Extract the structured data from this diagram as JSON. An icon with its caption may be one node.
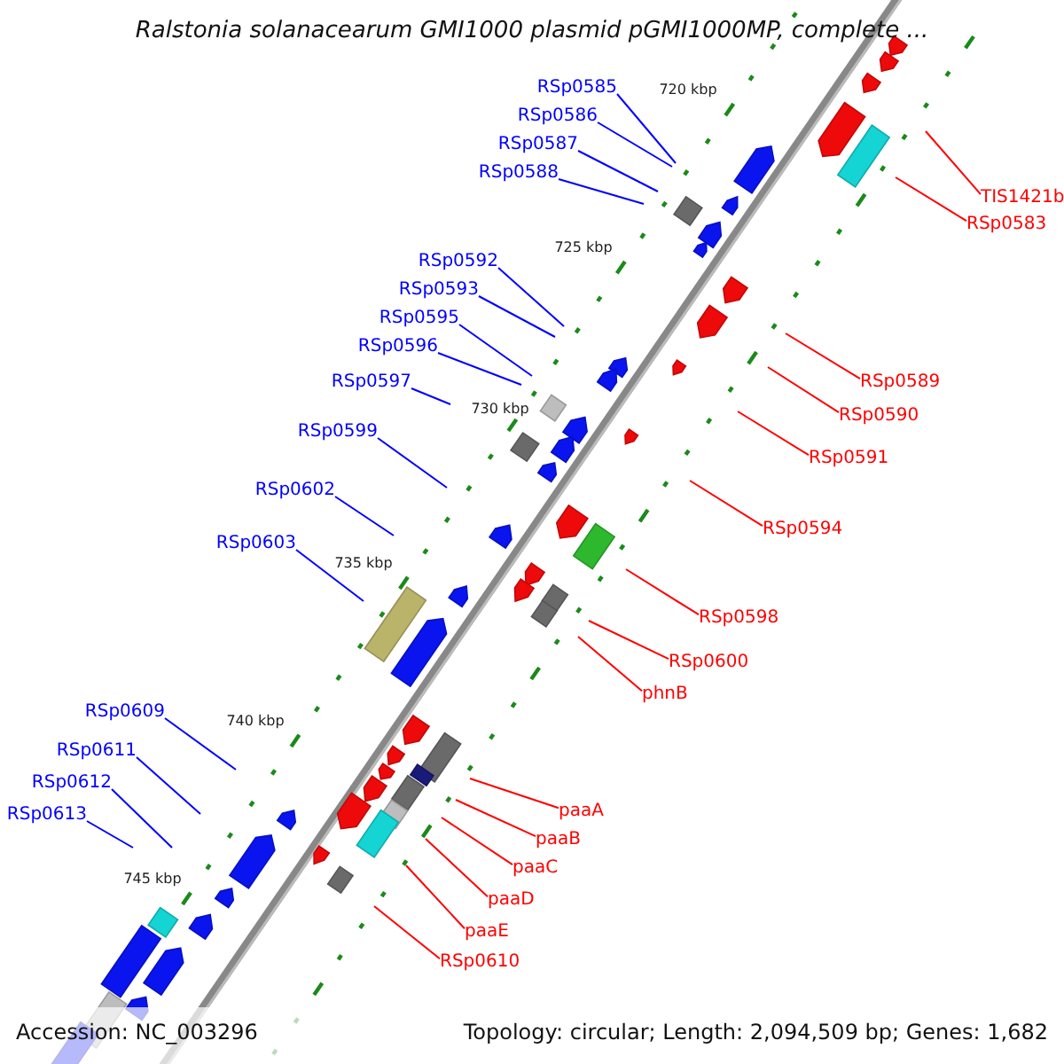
{
  "diagram": {
    "title": "Ralstonia solanacearum GMI1000 plasmid pGMI1000MP, complete ...",
    "nodes": [
      {
        "text": [
          "RSp0585"
        ]
      },
      {
        "text": [
          "RSp0586"
        ]
      },
      {
        "text": [
          "RSp0587"
        ]
      },
      {
        "text": [
          "RSp0588"
        ]
      },
      {
        "text": [
          "TIS1421b"
        ]
      },
      {
        "text": [
          "RSp0583"
        ]
      },
      {
        "text": [
          "RSp0592"
        ]
      },
      {
        "text": [
          "RSp0593"
        ]
      },
      {
        "text": [
          "RSp0595"
        ]
      },
      {
        "text": [
          "RSp0596"
        ]
      },
      {
        "text": [
          "RSp0589"
        ]
      },
      {
        "text": [
          "RSp0597"
        ]
      },
      {
        "text": [
          "RSp0590"
        ]
      },
      {
        "text": [
          "RSp0599"
        ]
      },
      {
        "text": [
          "RSp0591"
        ]
      },
      {
        "text": [
          "RSp0602"
        ]
      },
      {
        "text": [
          "RSp0594"
        ]
      },
      {
        "text": [
          "RSp0603"
        ]
      },
      {
        "text": [
          "RSp0598"
        ]
      },
      {
        "text": [
          "RSp0600"
        ]
      },
      {
        "text": [
          "phnB"
        ]
      },
      {
        "text": [
          "RSp0609"
        ]
      },
      {
        "text": [
          "RSp0611"
        ]
      },
      {
        "text": [
          "RSp0612"
        ]
      },
      {
        "text": [
          "paaA"
        ]
      },
      {
        "text": [
          "RSp0613"
        ]
      },
      {
        "text": [
          "paaB"
        ]
      },
      {
        "text": [
          "paaC"
        ]
      },
      {
        "text": [
          "paaD"
        ]
      },
      {
        "text": [
          "paaE"
        ]
      },
      {
        "text": [
          "RSp0610"
        ]
      }
    ],
    "edges": [
      {
        "from": 0,
        "to": null,
        "arrow": "none"
      },
      {
        "from": 1,
        "to": null,
        "arrow": "none"
      },
      {
        "from": 2,
        "to": null,
        "arrow": "none"
      },
      {
        "from": 3,
        "to": null,
        "arrow": "none"
      },
      {
        "from": 4,
        "to": null,
        "arrow": "none",
        "color": "#ff0000"
      },
      {
        "from": 5,
        "to": null,
        "arrow": "none",
        "color": "#ff0000"
      },
      {
        "from": 6,
        "to": null,
        "arrow": "none"
      },
      {
        "from": 7,
        "to": null,
        "arrow": "none"
      },
      {
        "from": 8,
        "to": null,
        "arrow": "none"
      },
      {
        "from": 9,
        "to": null,
        "arrow": "none"
      },
      {
        "from": 10,
        "to": null,
        "arrow": "none",
        "color": "#ff0000"
      },
      {
        "from": 11,
        "to": null,
        "arrow": "none"
      },
      {
        "from": 12,
        "to": null,
        "arrow": "none",
        "color": "#ff0000"
      },
      {
        "from": 13,
        "to": null,
        "arrow": "none"
      },
      {
        "from": 14,
        "to": null,
        "arrow": "none",
        "color": "#ff0000"
      },
      {
        "from": 15,
        "to": null,
        "arrow": "none"
      },
      {
        "from": 16,
        "to": null,
        "arrow": "none",
        "color": "#ff0000"
      },
      {
        "from": 17,
        "to": null,
        "arrow": "none"
      },
      {
        "from": 18,
        "to": null,
        "arrow": "none",
        "color": "#ff0000"
      },
      {
        "from": 19,
        "to": null,
        "arrow": "none",
        "color": "#ff0000"
      },
      {
        "from": 20,
        "to": null,
        "arrow": "none",
        "color": "#ff0000"
      },
      {
        "from": 21,
        "to": null,
        "arrow": "none"
      },
      {
        "from": 22,
        "to": null,
        "arrow": "none"
      },
      {
        "from": 23,
        "to": null,
        "arrow": "none"
      },
      {
        "from": 24,
        "to": null,
        "arrow": "none",
        "color": "#ff0000"
      },
      {
        "from": 25,
        "to": null,
        "arrow": "none"
      },
      {
        "from": 26,
        "to": null,
        "arrow": "none",
        "color": "#ff0000"
      },
      {
        "from": 27,
        "to": null,
        "arrow": "none",
        "color": "#ff0000"
      },
      {
        "from": 28,
        "to": null,
        "arrow": "none",
        "color": "#ff0000"
      },
      {
        "from": 29,
        "to": null,
        "arrow": "none",
        "color": "#ff0000"
      },
      {
        "from": 30,
        "to": null,
        "arrow": "none",
        "color": "#ff0000"
      }
    ],
    "labels": [
      "720 kbp",
      "725 kbp",
      "730 kbp",
      "735 kbp",
      "740 kbp",
      "745 kbp",
      "Accession: NC_003296",
      "Topology: circular; Length: 2,094,509 bp; Genes: 1,682"
    ]
  }
}
